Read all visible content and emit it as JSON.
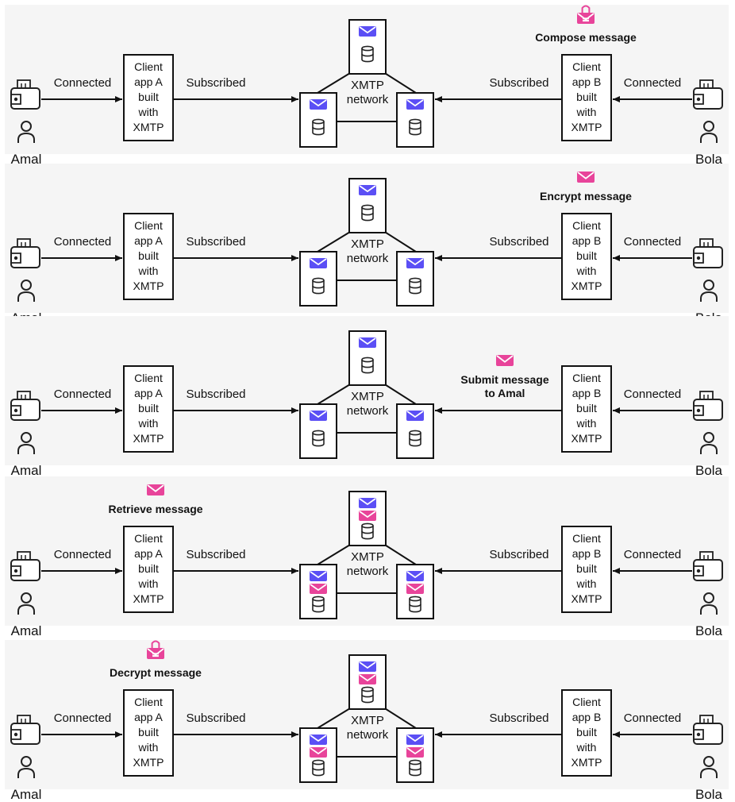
{
  "colors": {
    "background": "#ffffff",
    "panel": "#f5f5f5",
    "line": "#111111",
    "node_envelope": "#5b4ff5",
    "message_envelope": "#e8449a"
  },
  "icons": {
    "user": "person-icon",
    "wallet": "wallet-icon",
    "node_store": "database-icon",
    "node_inbox": "envelope-icon",
    "message": "envelope-icon",
    "locked_message": "locked-envelope-icon"
  },
  "panels": [
    {
      "left_user": "Amal",
      "right_user": "Bola",
      "left_connect_label": "Connected",
      "left_subscribe_label": "Subscribed",
      "right_connect_label": "Connected",
      "right_subscribe_label": "Subscribed",
      "client_a": [
        "Client",
        "app A",
        "built",
        "with",
        "XMTP"
      ],
      "client_b": [
        "Client",
        "app B",
        "built",
        "with",
        "XMTP"
      ],
      "network": [
        "XMTP",
        "network"
      ],
      "step": [
        "Compose message"
      ],
      "step_side": "right",
      "message_icon": "locked-envelope-icon",
      "nodes_hold_message": false
    },
    {
      "left_user": "Amal",
      "right_user": "Bola",
      "left_connect_label": "Connected",
      "left_subscribe_label": "Subscribed",
      "right_connect_label": "Connected",
      "right_subscribe_label": "Subscribed",
      "client_a": [
        "Client",
        "app A",
        "built",
        "with",
        "XMTP"
      ],
      "client_b": [
        "Client",
        "app B",
        "built",
        "with",
        "XMTP"
      ],
      "network": [
        "XMTP",
        "network"
      ],
      "step": [
        "Encrypt message"
      ],
      "step_side": "right",
      "message_icon": "envelope-icon",
      "nodes_hold_message": false
    },
    {
      "left_user": "Amal",
      "right_user": "Bola",
      "left_connect_label": "Connected",
      "left_subscribe_label": "Subscribed",
      "right_connect_label": "Connected",
      "right_subscribe_label": "",
      "client_a": [
        "Client",
        "app A",
        "built",
        "with",
        "XMTP"
      ],
      "client_b": [
        "Client",
        "app B",
        "built",
        "with",
        "XMTP"
      ],
      "network": [
        "XMTP",
        "network"
      ],
      "step": [
        "Submit message",
        "to Amal"
      ],
      "step_side": "right",
      "message_icon": "envelope-icon",
      "nodes_hold_message": false
    },
    {
      "left_user": "Amal",
      "right_user": "Bola",
      "left_connect_label": "Connected",
      "left_subscribe_label": "Subscribed",
      "right_connect_label": "Connected",
      "right_subscribe_label": "Subscribed",
      "client_a": [
        "Client",
        "app A",
        "built",
        "with",
        "XMTP"
      ],
      "client_b": [
        "Client",
        "app B",
        "built",
        "with",
        "XMTP"
      ],
      "network": [
        "XMTP",
        "network"
      ],
      "step": [
        "Retrieve message"
      ],
      "step_side": "left",
      "message_icon": "envelope-icon",
      "nodes_hold_message": true
    },
    {
      "left_user": "Amal",
      "right_user": "Bola",
      "left_connect_label": "Connected",
      "left_subscribe_label": "Subscribed",
      "right_connect_label": "Connected",
      "right_subscribe_label": "Subscribed",
      "client_a": [
        "Client",
        "app A",
        "built",
        "with",
        "XMTP"
      ],
      "client_b": [
        "Client",
        "app B",
        "built",
        "with",
        "XMTP"
      ],
      "network": [
        "XMTP",
        "network"
      ],
      "step": [
        "Decrypt message"
      ],
      "step_side": "left",
      "message_icon": "locked-envelope-icon",
      "nodes_hold_message": true
    }
  ]
}
